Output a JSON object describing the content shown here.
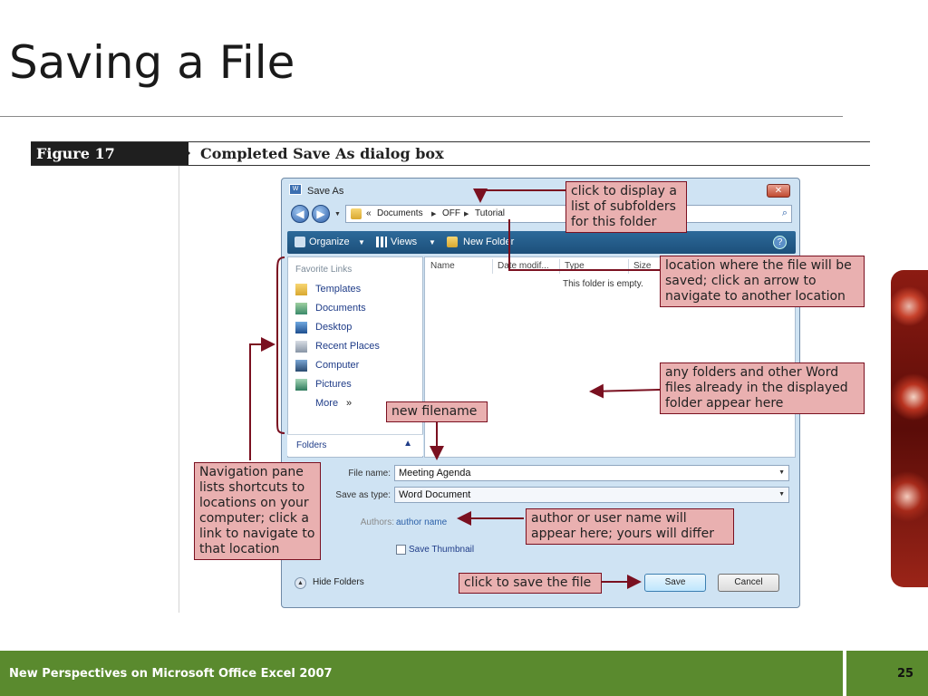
{
  "slide": {
    "title": "Saving a File",
    "footer_text": "New Perspectives on Microsoft Office Excel 2007",
    "page_number": "25"
  },
  "figure": {
    "label": "Figure  17",
    "caption": "Completed Save As dialog box"
  },
  "dialog": {
    "title": "Save As",
    "close_label": "✕",
    "address": {
      "overflow": "«",
      "parts": [
        "Documents",
        "OFF",
        "Tutorial"
      ]
    },
    "toolbar": {
      "organize": "Organize",
      "views": "Views",
      "new_folder": "New Folder"
    },
    "nav_pane": {
      "header": "Favorite Links",
      "links": [
        "Templates",
        "Documents",
        "Desktop",
        "Recent Places",
        "Computer",
        "Pictures"
      ],
      "more": "More",
      "more_arrow": "»",
      "folders": "Folders"
    },
    "file_list": {
      "columns": [
        "Name",
        "Date modif...",
        "Type",
        "Size"
      ],
      "empty_message": "This folder is empty."
    },
    "form": {
      "file_name_label": "File name:",
      "file_name_value": "Meeting Agenda",
      "save_type_label": "Save as type:",
      "save_type_value": "Word Document",
      "authors_label": "Authors:",
      "authors_value": "author name",
      "thumbnail_label": "Save Thumbnail"
    },
    "hide_folders": "Hide Folders",
    "save_button": "Save",
    "cancel_button": "Cancel"
  },
  "callouts": {
    "subfolders": "click to display a list of subfolders for this folder",
    "location": "location where the file will be saved; click an arrow to navigate to another location",
    "folders_files": "any folders and other Word files already in the displayed folder appear here",
    "new_filename": "new filename",
    "nav_pane": "Navigation pane lists shortcuts to locations on your computer; click a link to navigate to that location",
    "author": "author or user name will appear here; yours will differ",
    "save": "click to save the file"
  },
  "colors": {
    "footer_bg": "#5a8a2e",
    "callout_bg": "#e9b0b0",
    "callout_border": "#7a1020",
    "toolbar_bg": "#2d6a9a",
    "dialog_bg": "#cfe3f3"
  }
}
